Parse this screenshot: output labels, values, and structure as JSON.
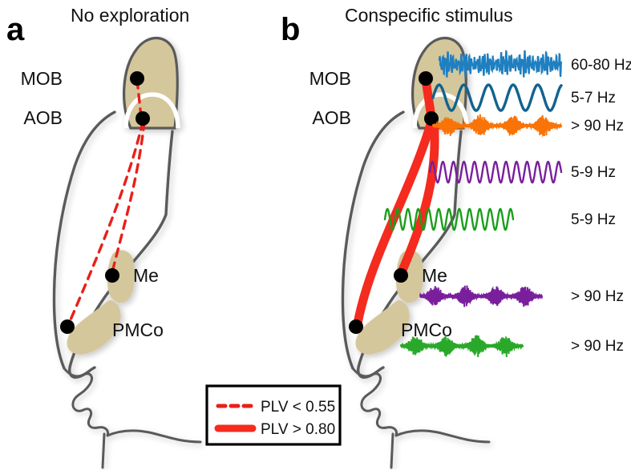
{
  "figure": {
    "panels": [
      {
        "letter": "a",
        "title": "No exploration",
        "region_labels": [
          "MOB",
          "AOB",
          "Me",
          "PMCo"
        ],
        "connection_style": "dashed",
        "connection_color": "#e8201a"
      },
      {
        "letter": "b",
        "title": "Conspecific stimulus",
        "region_labels": [
          "MOB",
          "AOB",
          "Me",
          "PMCo"
        ],
        "connection_style": "solid-thick",
        "connection_color": "#f42b1e"
      }
    ]
  },
  "traces": [
    {
      "name": "mob-gamma",
      "label": "60-80 Hz",
      "color": "#1f7fc0",
      "kind": "noisy-gamma"
    },
    {
      "name": "mob-theta",
      "label": "5-7 Hz",
      "color": "#12638f",
      "kind": "slow-sine"
    },
    {
      "name": "aob-hfo",
      "label": "> 90 Hz",
      "color": "#f97306",
      "kind": "burst"
    },
    {
      "name": "purple-theta",
      "label": "5-9 Hz",
      "color": "#7a1f9c",
      "kind": "fast-sine"
    },
    {
      "name": "green-theta",
      "label": "5-9 Hz",
      "color": "#1a9e1a",
      "kind": "fast-sine"
    },
    {
      "name": "me-hfo",
      "label": "> 90 Hz",
      "color": "#7a1f9c",
      "kind": "burst"
    },
    {
      "name": "pmco-hfo",
      "label": "> 90 Hz",
      "color": "#2aa82a",
      "kind": "burst"
    }
  ],
  "legend": {
    "items": [
      {
        "label": "PLV < 0.55",
        "style": "dashed",
        "color": "#e8201a"
      },
      {
        "label": "PLV > 0.80",
        "style": "solid",
        "color": "#f42b1e"
      }
    ]
  },
  "colors": {
    "bulb_fill": "#d5c79c",
    "region_fill": "#d5c79c",
    "outline": "#5a5a5a",
    "node": "#000000",
    "aob_ring": "#ffffff"
  }
}
